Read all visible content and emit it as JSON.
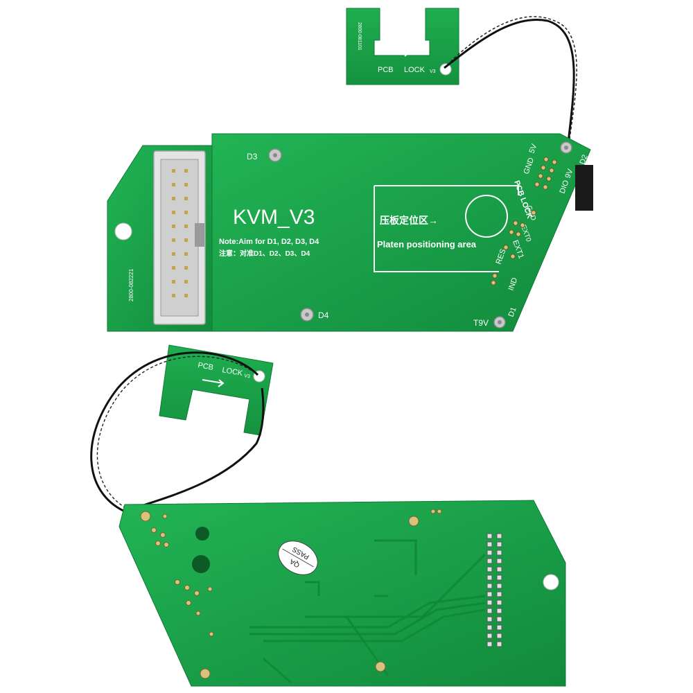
{
  "small_board_top": {
    "part_number": "2800-081101",
    "label_pcb": "PCB",
    "label_lock": "LOCK",
    "label_version": "V3"
  },
  "main_board": {
    "title": "KVM_V3",
    "note_en": "Note:Aim for D1, D2, D3, D4",
    "note_cn": "注意：对准D1、D2、D3、D4",
    "area_cn": "压板定位区→",
    "area_en": "Platen positioning area",
    "part_number": "2800-082221",
    "d1": "D1",
    "d2": "D2",
    "d3": "D3",
    "d4": "D4",
    "t9v": "T9V",
    "v5": "5V",
    "gnd1": "GND",
    "v9": "9V",
    "dio": "DIO",
    "pcb_lock": "PCB LOCK",
    "gnd2": "GND",
    "ext0": "EXT0",
    "ext1": "EXT1",
    "res": "RES",
    "ind": "IND"
  },
  "small_board_bottom": {
    "label_pcb": "PCB",
    "label_lock": "LOCK",
    "label_version": "V3"
  },
  "back_board": {
    "sticker_top": "PASS",
    "sticker_bottom": "QA"
  },
  "colors": {
    "pcb_green": "#1aa64a",
    "pcb_dark": "#0f7a35",
    "silkscreen": "#ffffff",
    "connector": "#e8e8e8"
  }
}
